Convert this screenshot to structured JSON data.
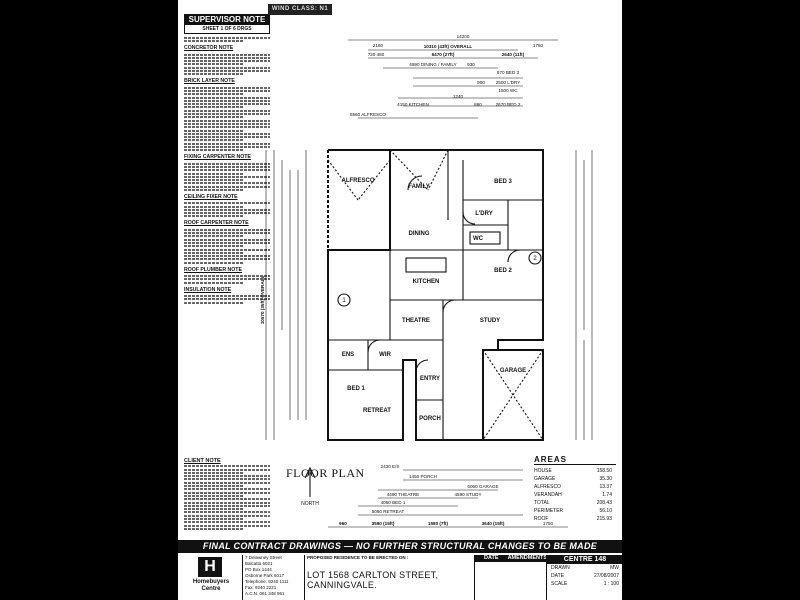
{
  "supervisor": {
    "title": "SUPERVISOR NOTE",
    "sheet": "SHEET 1 OF 6 DRGS",
    "sections": [
      "CONCRETOR NOTE",
      "BRICK LAYER NOTE",
      "FIXING CARPENTER NOTE",
      "CEILING FIXER NOTE",
      "ROOF CARPENTER NOTE",
      "ROOF PLUMBER NOTE",
      "INSULATION NOTE"
    ]
  },
  "wind_banner": "WIND CLASS: N1",
  "dimensions": {
    "overall_top": "14200",
    "overall_label": "10310 (43ft) OVERALL",
    "top_left": "720 480",
    "dining_family": "6470 (27ft)",
    "right_top": "2640 (11ft)",
    "d_2160": "2160",
    "d_1750": "1750",
    "dining_family_row": "4990 DINING / FAMILY",
    "d_930": "930",
    "d_870_bed3": "870 BED 3",
    "d_2500_ldry": "2500 L'DRY",
    "d_1500_wc": "1500 WC",
    "d_900": "900",
    "kitchen": "4150 KITCHEN",
    "d_1240": "1240",
    "d_860": "860",
    "bed2": "2670 BED 2",
    "alfresco": "5560 ALFRESCO",
    "left_overall": "10570 (35ft) OVERALL",
    "bottom_bed1": "2430 E/S",
    "bottom_porch": "1450 PORCH",
    "bottom_garage": "6060 GARAGE",
    "bottom_theatre": "4490 THEATRE",
    "bottom_study": "4590 STUDY",
    "bottom_bed1_2": "4050 BED 1",
    "bottom_retreat": "5060 RETREAT",
    "bottom_row": [
      "960",
      "3590 (15ft)",
      "1580 (7ft)",
      "3640 (15ft)",
      "1750"
    ]
  },
  "rooms": {
    "alfresco": "ALFRESCO",
    "family": "FAMILY",
    "dining": "DINING",
    "kitchen": "KITCHEN",
    "bed3": "BED 3",
    "ldry": "L'DRY",
    "wc": "WC",
    "bed2": "BED 2",
    "theatre": "THEATRE",
    "study": "STUDY",
    "ens": "ENS",
    "wir": "WIR",
    "bed1": "BED 1",
    "retreat": "RETREAT",
    "entry": "ENTRY",
    "porch": "PORCH",
    "garage": "GARAGE",
    "grid_1": "1",
    "grid_2": "2",
    "north": "NORTH"
  },
  "floor_plan_title": "FLOOR PLAN",
  "client_notes_title": "CLIENT NOTE",
  "areas": {
    "title": "AREAS",
    "rows": [
      {
        "label": "HOUSE",
        "value": "158.50"
      },
      {
        "label": "GARAGE",
        "value": "35.30"
      },
      {
        "label": "ALFRESCO",
        "value": "13.37"
      },
      {
        "label": "VERANDAH",
        "value": "1.74"
      },
      {
        "label": "TOTAL",
        "value": "208.43"
      },
      {
        "label": "PERIMETER",
        "value": "56.10"
      },
      {
        "label": "ROOF",
        "value": "215.93"
      }
    ]
  },
  "title_block": {
    "banner": "FINAL CONTRACT DRAWINGS — NO FURTHER STRUCTURAL CHANGES TO BE MADE",
    "logo_letter": "H",
    "logo_text": "Homebuyers Centre",
    "address_lines": [
      "7 Delawney Street",
      "Balcatta 6021",
      "PO Box 1444",
      "Osborne Park 6017",
      "Telephone: 9240 1111",
      "Fax: 9240 2221"
    ],
    "abn": "A.C.N. 061 348 951",
    "proposed_heading": "PROPOSED RESIDENCE TO BE ERECTED ON :",
    "lot": "LOT 1568 CARLTON STREET,",
    "suburb": "CANNINGVALE.",
    "rev_date": "DATE",
    "rev_amend": "AMENDMENTS",
    "centre": "CENTRE 148",
    "drawn_label": "DRAWN",
    "drawn_value": "MW",
    "date_label": "DATE",
    "date_value": "27/08/2007",
    "scale_label": "SCALE",
    "scale_value": "1 : 100"
  }
}
